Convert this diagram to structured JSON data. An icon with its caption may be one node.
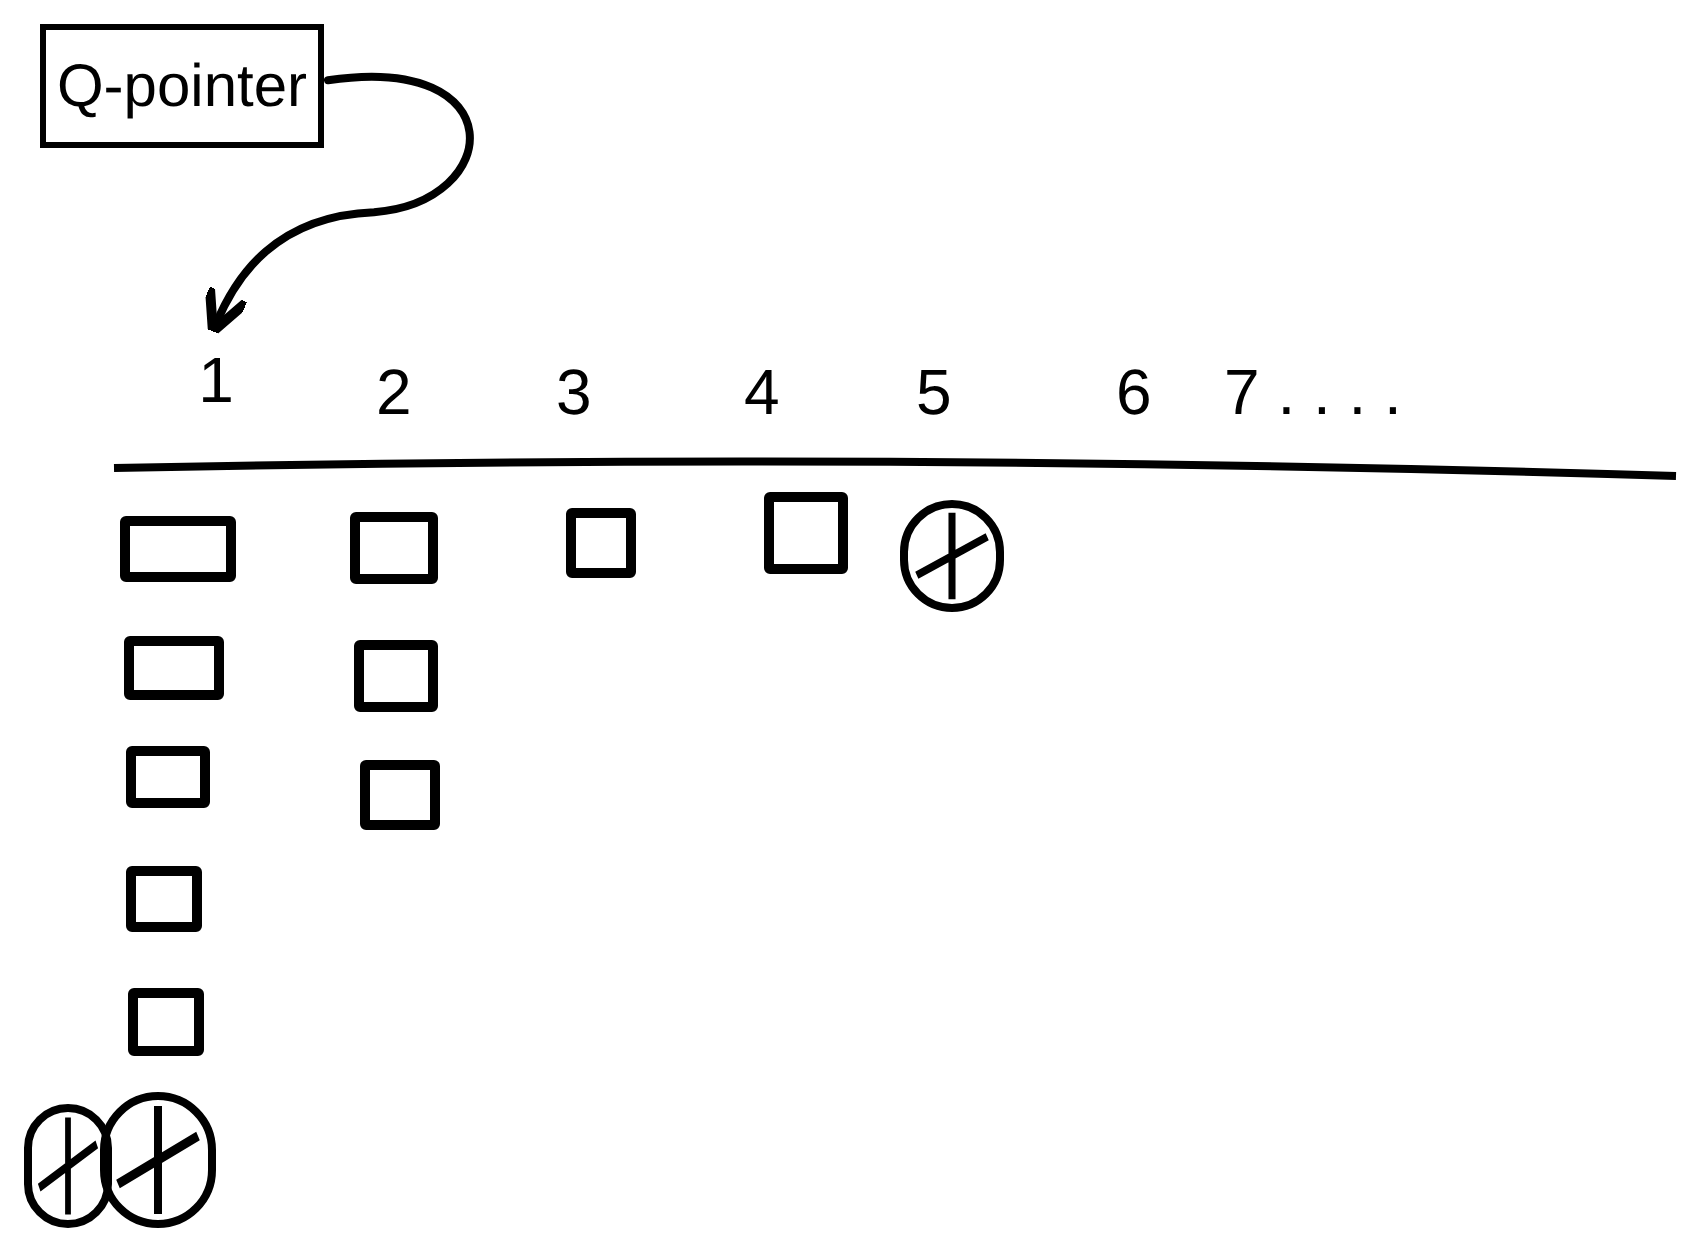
{
  "diagram": {
    "nodes": [
      {
        "text": [
          "Q-pointer"
        ]
      },
      {
        "text": [
          "1"
        ]
      },
      {
        "text": [],
        "shape": "box"
      },
      {
        "text": [],
        "shape": "box"
      },
      {
        "text": [],
        "shape": "box"
      },
      {
        "text": [],
        "shape": "box"
      },
      {
        "text": [],
        "shape": "box"
      },
      {
        "text": [],
        "shape": "circle"
      },
      {
        "text": [],
        "shape": "circle"
      },
      {
        "text": [],
        "shape": "box"
      },
      {
        "text": [],
        "shape": "box"
      },
      {
        "text": [],
        "shape": "box"
      },
      {
        "text": [],
        "shape": "box"
      },
      {
        "text": [],
        "shape": "box"
      },
      {
        "text": [],
        "shape": "circle"
      }
    ],
    "edges": [
      {
        "from": 0,
        "to": 1,
        "arrow": "to"
      }
    ],
    "labels": [
      "2",
      "3",
      "4",
      "5",
      "6",
      "7 . . . ."
    ]
  }
}
